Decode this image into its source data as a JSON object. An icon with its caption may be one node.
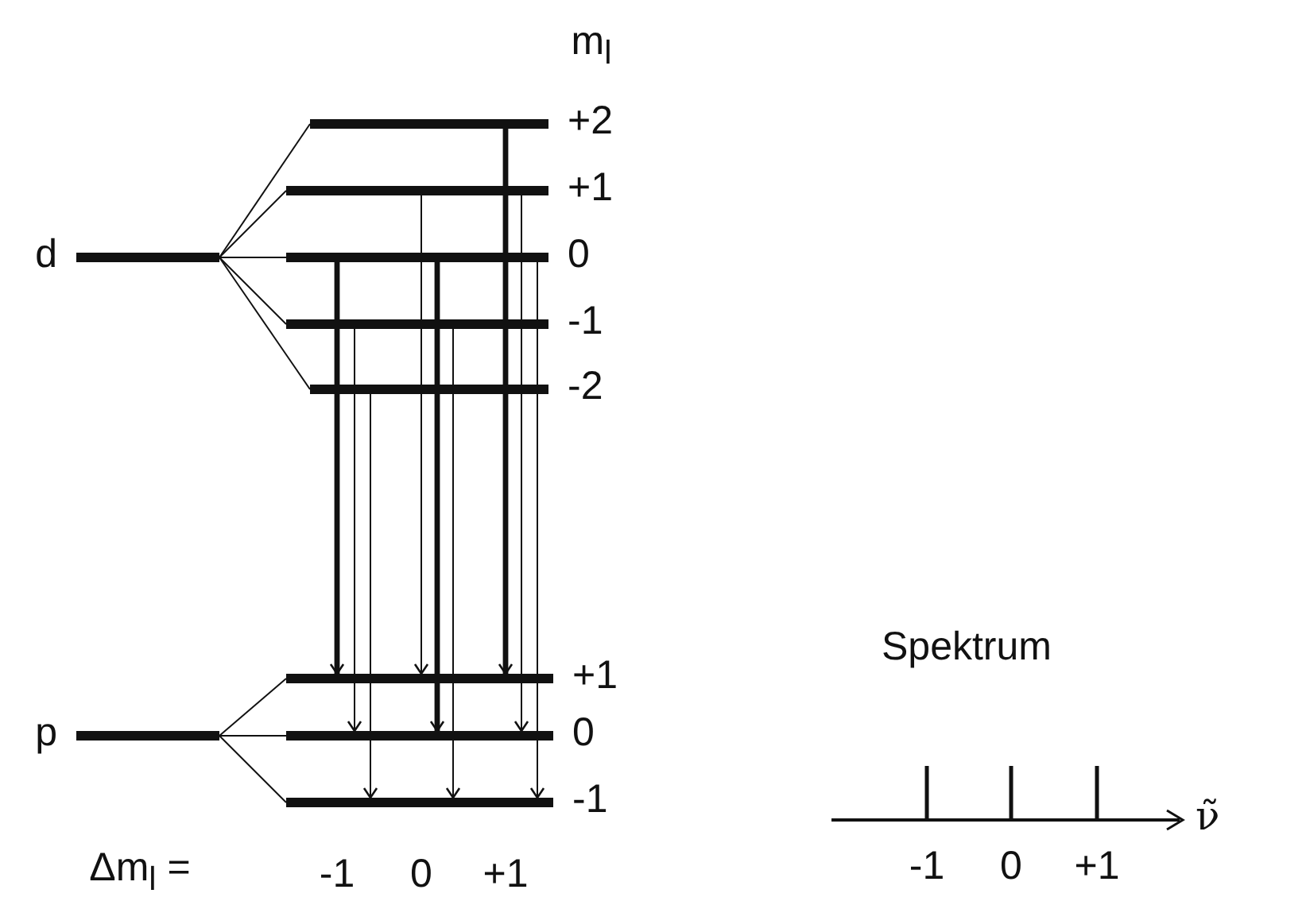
{
  "diagram": {
    "nodes": [
      {
        "text": [
          "d"
        ]
      },
      {
        "text": [
          "+2"
        ]
      },
      {
        "text": [
          "+1"
        ]
      },
      {
        "text": [
          "0"
        ]
      },
      {
        "text": [
          "-1"
        ]
      },
      {
        "text": [
          "-2"
        ]
      },
      {
        "text": [
          "p"
        ]
      },
      {
        "text": [
          "+1"
        ]
      },
      {
        "text": [
          "0"
        ]
      },
      {
        "text": [
          "-1"
        ]
      }
    ],
    "edges": [
      {
        "from": 0,
        "to": 1,
        "arrow": "none"
      },
      {
        "from": 0,
        "to": 2,
        "arrow": "none"
      },
      {
        "from": 0,
        "to": 3,
        "arrow": "none"
      },
      {
        "from": 0,
        "to": 4,
        "arrow": "none"
      },
      {
        "from": 0,
        "to": 5,
        "arrow": "none"
      },
      {
        "from": 6,
        "to": 7,
        "arrow": "none"
      },
      {
        "from": 6,
        "to": 8,
        "arrow": "none"
      },
      {
        "from": 6,
        "to": 9,
        "arrow": "none"
      },
      {
        "from": 3,
        "to": 7,
        "arrow": "to",
        "style": "thick"
      },
      {
        "from": 4,
        "to": 8,
        "arrow": "to"
      },
      {
        "from": 5,
        "to": 9,
        "arrow": "to"
      },
      {
        "from": 2,
        "to": 7,
        "arrow": "to"
      },
      {
        "from": 3,
        "to": 8,
        "arrow": "to",
        "style": "thick"
      },
      {
        "from": 4,
        "to": 9,
        "arrow": "to"
      },
      {
        "from": 1,
        "to": 7,
        "arrow": "to",
        "style": "thick"
      },
      {
        "from": 2,
        "to": 8,
        "arrow": "to"
      },
      {
        "from": 3,
        "to": 9,
        "arrow": "to"
      }
    ],
    "labels": [
      "m$_{l}$",
      "Spektrum",
      "ν̃",
      "-1",
      "0",
      "+1",
      "Δm$_{l}$ =",
      "-1",
      "0",
      "+1"
    ]
  }
}
